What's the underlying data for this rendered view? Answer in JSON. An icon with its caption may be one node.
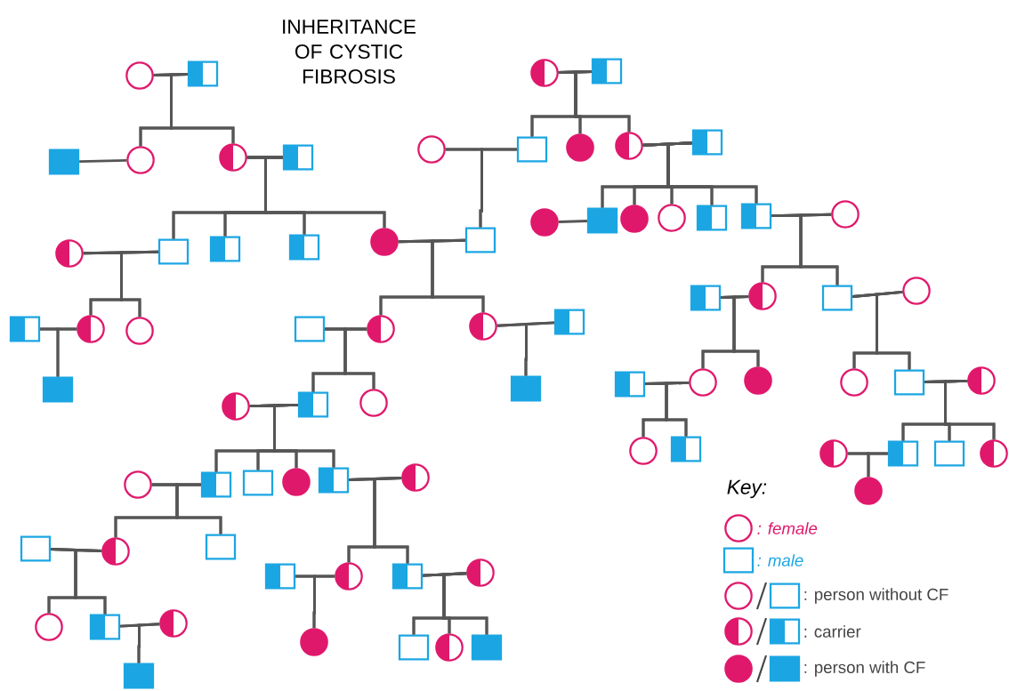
{
  "diagram": {
    "title": "INHERITANCE OF CYSTIC FIBROSIS",
    "nodes": [
      {
        "text": [],
        "shape": "circle"
      },
      {
        "text": [],
        "shape": "half-filled-box"
      },
      {
        "text": [],
        "shape": "half-filled-circle"
      },
      {
        "text": [],
        "shape": "half-filled-box"
      },
      {
        "text": [],
        "shape": "filled-box"
      },
      {
        "text": [],
        "shape": "circle"
      },
      {
        "text": [],
        "shape": "half-filled-circle"
      },
      {
        "text": [],
        "shape": "half-filled-box"
      },
      {
        "text": [],
        "shape": "circle"
      },
      {
        "text": [],
        "shape": "box"
      },
      {
        "text": [],
        "shape": "filled-circle"
      },
      {
        "text": [],
        "shape": "half-filled-circle"
      },
      {
        "text": [],
        "shape": "half-filled-box"
      },
      {
        "text": [],
        "shape": "filled-circle"
      },
      {
        "text": [],
        "shape": "filled-box"
      },
      {
        "text": [],
        "shape": "filled-circle"
      },
      {
        "text": [],
        "shape": "circle"
      },
      {
        "text": [],
        "shape": "half-filled-box"
      },
      {
        "text": [],
        "shape": "half-filled-box"
      },
      {
        "text": [],
        "shape": "circle"
      },
      {
        "text": [],
        "shape": "half-filled-circle"
      },
      {
        "text": [],
        "shape": "box"
      },
      {
        "text": [],
        "shape": "half-filled-box"
      },
      {
        "text": [],
        "shape": "half-filled-box"
      },
      {
        "text": [],
        "shape": "filled-circle"
      },
      {
        "text": [],
        "shape": "box"
      },
      {
        "text": [],
        "shape": "half-filled-box"
      },
      {
        "text": [],
        "shape": "half-filled-circle"
      },
      {
        "text": [],
        "shape": "box"
      },
      {
        "text": [],
        "shape": "circle"
      },
      {
        "text": [],
        "shape": "half-filled-box"
      },
      {
        "text": [],
        "shape": "half-filled-circle"
      },
      {
        "text": [],
        "shape": "circle"
      },
      {
        "text": [],
        "shape": "box"
      },
      {
        "text": [],
        "shape": "half-filled-circle"
      },
      {
        "text": [],
        "shape": "half-filled-circle"
      },
      {
        "text": [],
        "shape": "half-filled-box"
      },
      {
        "text": [],
        "shape": "filled-box"
      },
      {
        "text": [],
        "shape": "filled-box"
      },
      {
        "text": [],
        "shape": "half-filled-box"
      },
      {
        "text": [],
        "shape": "circle"
      },
      {
        "text": [],
        "shape": "filled-circle"
      },
      {
        "text": [],
        "shape": "circle"
      },
      {
        "text": [],
        "shape": "box"
      },
      {
        "text": [],
        "shape": "half-filled-circle"
      },
      {
        "text": [],
        "shape": "half-filled-circle"
      },
      {
        "text": [],
        "shape": "half-filled-box"
      },
      {
        "text": [],
        "shape": "circle"
      },
      {
        "text": [],
        "shape": "circle"
      },
      {
        "text": [],
        "shape": "half-filled-box"
      },
      {
        "text": [],
        "shape": "half-filled-circle"
      },
      {
        "text": [],
        "shape": "half-filled-box"
      },
      {
        "text": [],
        "shape": "box"
      },
      {
        "text": [],
        "shape": "half-filled-circle"
      },
      {
        "text": [],
        "shape": "circle"
      },
      {
        "text": [],
        "shape": "half-filled-box"
      },
      {
        "text": [],
        "shape": "box"
      },
      {
        "text": [],
        "shape": "filled-circle"
      },
      {
        "text": [],
        "shape": "half-filled-box"
      },
      {
        "text": [],
        "shape": "half-filled-circle"
      },
      {
        "text": [],
        "shape": "filled-circle"
      },
      {
        "text": [],
        "shape": "box"
      },
      {
        "text": [],
        "shape": "half-filled-circle"
      },
      {
        "text": [],
        "shape": "box"
      },
      {
        "text": [],
        "shape": "half-filled-box"
      },
      {
        "text": [],
        "shape": "half-filled-circle"
      },
      {
        "text": [],
        "shape": "half-filled-box"
      },
      {
        "text": [],
        "shape": "half-filled-circle"
      },
      {
        "text": [],
        "shape": "circle"
      },
      {
        "text": [],
        "shape": "half-filled-box"
      },
      {
        "text": [],
        "shape": "half-filled-circle"
      },
      {
        "text": [],
        "shape": "filled-circle"
      },
      {
        "text": [],
        "shape": "box"
      },
      {
        "text": [],
        "shape": "half-filled-circle"
      },
      {
        "text": [],
        "shape": "filled-box"
      },
      {
        "text": [],
        "shape": "filled-box"
      }
    ],
    "edges": [
      {
        "from": 0,
        "to": 1,
        "arrow": "none"
      },
      {
        "from": 0,
        "to": 5,
        "arrow": "none"
      },
      {
        "from": 1,
        "to": 5,
        "arrow": "none"
      },
      {
        "from": 0,
        "to": 6,
        "arrow": "none"
      },
      {
        "from": 1,
        "to": 6,
        "arrow": "none"
      },
      {
        "from": 4,
        "to": 5,
        "arrow": "none"
      },
      {
        "from": 6,
        "to": 7,
        "arrow": "none"
      },
      {
        "from": 6,
        "to": 21,
        "arrow": "none"
      },
      {
        "from": 7,
        "to": 21,
        "arrow": "none"
      },
      {
        "from": 6,
        "to": 22,
        "arrow": "none"
      },
      {
        "from": 7,
        "to": 22,
        "arrow": "none"
      },
      {
        "from": 6,
        "to": 23,
        "arrow": "none"
      },
      {
        "from": 7,
        "to": 23,
        "arrow": "none"
      },
      {
        "from": 6,
        "to": 24,
        "arrow": "none"
      },
      {
        "from": 7,
        "to": 24,
        "arrow": "none"
      },
      {
        "from": 2,
        "to": 3,
        "arrow": "none"
      },
      {
        "from": 2,
        "to": 9,
        "arrow": "none"
      },
      {
        "from": 3,
        "to": 9,
        "arrow": "none"
      },
      {
        "from": 2,
        "to": 10,
        "arrow": "none"
      },
      {
        "from": 3,
        "to": 10,
        "arrow": "none"
      },
      {
        "from": 2,
        "to": 11,
        "arrow": "none"
      },
      {
        "from": 3,
        "to": 11,
        "arrow": "none"
      },
      {
        "from": 8,
        "to": 9,
        "arrow": "none"
      },
      {
        "from": 8,
        "to": 25,
        "arrow": "none"
      },
      {
        "from": 9,
        "to": 25,
        "arrow": "none"
      },
      {
        "from": 11,
        "to": 12,
        "arrow": "none"
      },
      {
        "from": 11,
        "to": 14,
        "arrow": "none"
      },
      {
        "from": 12,
        "to": 14,
        "arrow": "none"
      },
      {
        "from": 11,
        "to": 15,
        "arrow": "none"
      },
      {
        "from": 12,
        "to": 15,
        "arrow": "none"
      },
      {
        "from": 11,
        "to": 16,
        "arrow": "none"
      },
      {
        "from": 12,
        "to": 16,
        "arrow": "none"
      },
      {
        "from": 11,
        "to": 17,
        "arrow": "none"
      },
      {
        "from": 12,
        "to": 17,
        "arrow": "none"
      },
      {
        "from": 11,
        "to": 18,
        "arrow": "none"
      },
      {
        "from": 12,
        "to": 18,
        "arrow": "none"
      },
      {
        "from": 13,
        "to": 14,
        "arrow": "none"
      },
      {
        "from": 18,
        "to": 19,
        "arrow": "none"
      },
      {
        "from": 18,
        "to": 27,
        "arrow": "none"
      },
      {
        "from": 19,
        "to": 27,
        "arrow": "none"
      },
      {
        "from": 18,
        "to": 28,
        "arrow": "none"
      },
      {
        "from": 19,
        "to": 28,
        "arrow": "none"
      },
      {
        "from": 20,
        "to": 21,
        "arrow": "none"
      },
      {
        "from": 20,
        "to": 31,
        "arrow": "none"
      },
      {
        "from": 21,
        "to": 31,
        "arrow": "none"
      },
      {
        "from": 20,
        "to": 32,
        "arrow": "none"
      },
      {
        "from": 21,
        "to": 32,
        "arrow": "none"
      },
      {
        "from": 24,
        "to": 25,
        "arrow": "none"
      },
      {
        "from": 24,
        "to": 34,
        "arrow": "none"
      },
      {
        "from": 25,
        "to": 34,
        "arrow": "none"
      },
      {
        "from": 24,
        "to": 35,
        "arrow": "none"
      },
      {
        "from": 25,
        "to": 35,
        "arrow": "none"
      },
      {
        "from": 26,
        "to": 27,
        "arrow": "none"
      },
      {
        "from": 26,
        "to": 40,
        "arrow": "none"
      },
      {
        "from": 27,
        "to": 40,
        "arrow": "none"
      },
      {
        "from": 26,
        "to": 41,
        "arrow": "none"
      },
      {
        "from": 27,
        "to": 41,
        "arrow": "none"
      },
      {
        "from": 28,
        "to": 29,
        "arrow": "none"
      },
      {
        "from": 28,
        "to": 42,
        "arrow": "none"
      },
      {
        "from": 29,
        "to": 42,
        "arrow": "none"
      },
      {
        "from": 28,
        "to": 43,
        "arrow": "none"
      },
      {
        "from": 29,
        "to": 43,
        "arrow": "none"
      },
      {
        "from": 30,
        "to": 31,
        "arrow": "none"
      },
      {
        "from": 30,
        "to": 37,
        "arrow": "none"
      },
      {
        "from": 31,
        "to": 37,
        "arrow": "none"
      },
      {
        "from": 33,
        "to": 34,
        "arrow": "none"
      },
      {
        "from": 33,
        "to": 46,
        "arrow": "none"
      },
      {
        "from": 34,
        "to": 46,
        "arrow": "none"
      },
      {
        "from": 33,
        "to": 47,
        "arrow": "none"
      },
      {
        "from": 34,
        "to": 47,
        "arrow": "none"
      },
      {
        "from": 35,
        "to": 36,
        "arrow": "none"
      },
      {
        "from": 35,
        "to": 38,
        "arrow": "none"
      },
      {
        "from": 36,
        "to": 38,
        "arrow": "none"
      },
      {
        "from": 39,
        "to": 40,
        "arrow": "none"
      },
      {
        "from": 39,
        "to": 48,
        "arrow": "none"
      },
      {
        "from": 40,
        "to": 48,
        "arrow": "none"
      },
      {
        "from": 39,
        "to": 49,
        "arrow": "none"
      },
      {
        "from": 40,
        "to": 49,
        "arrow": "none"
      },
      {
        "from": 43,
        "to": 44,
        "arrow": "none"
      },
      {
        "from": 43,
        "to": 51,
        "arrow": "none"
      },
      {
        "from": 44,
        "to": 51,
        "arrow": "none"
      },
      {
        "from": 43,
        "to": 52,
        "arrow": "none"
      },
      {
        "from": 44,
        "to": 52,
        "arrow": "none"
      },
      {
        "from": 43,
        "to": 53,
        "arrow": "none"
      },
      {
        "from": 44,
        "to": 53,
        "arrow": "none"
      },
      {
        "from": 45,
        "to": 46,
        "arrow": "none"
      },
      {
        "from": 45,
        "to": 55,
        "arrow": "none"
      },
      {
        "from": 46,
        "to": 55,
        "arrow": "none"
      },
      {
        "from": 45,
        "to": 56,
        "arrow": "none"
      },
      {
        "from": 46,
        "to": 56,
        "arrow": "none"
      },
      {
        "from": 45,
        "to": 57,
        "arrow": "none"
      },
      {
        "from": 46,
        "to": 57,
        "arrow": "none"
      },
      {
        "from": 45,
        "to": 58,
        "arrow": "none"
      },
      {
        "from": 46,
        "to": 58,
        "arrow": "none"
      },
      {
        "from": 50,
        "to": 51,
        "arrow": "none"
      },
      {
        "from": 50,
        "to": 60,
        "arrow": "none"
      },
      {
        "from": 51,
        "to": 60,
        "arrow": "none"
      },
      {
        "from": 54,
        "to": 55,
        "arrow": "none"
      },
      {
        "from": 54,
        "to": 62,
        "arrow": "none"
      },
      {
        "from": 55,
        "to": 62,
        "arrow": "none"
      },
      {
        "from": 54,
        "to": 63,
        "arrow": "none"
      },
      {
        "from": 55,
        "to": 63,
        "arrow": "none"
      },
      {
        "from": 58,
        "to": 59,
        "arrow": "none"
      },
      {
        "from": 58,
        "to": 65,
        "arrow": "none"
      },
      {
        "from": 59,
        "to": 65,
        "arrow": "none"
      },
      {
        "from": 58,
        "to": 66,
        "arrow": "none"
      },
      {
        "from": 59,
        "to": 66,
        "arrow": "none"
      },
      {
        "from": 61,
        "to": 62,
        "arrow": "none"
      },
      {
        "from": 61,
        "to": 68,
        "arrow": "none"
      },
      {
        "from": 62,
        "to": 68,
        "arrow": "none"
      },
      {
        "from": 61,
        "to": 69,
        "arrow": "none"
      },
      {
        "from": 62,
        "to": 69,
        "arrow": "none"
      },
      {
        "from": 64,
        "to": 65,
        "arrow": "none"
      },
      {
        "from": 64,
        "to": 71,
        "arrow": "none"
      },
      {
        "from": 65,
        "to": 71,
        "arrow": "none"
      },
      {
        "from": 66,
        "to": 67,
        "arrow": "none"
      },
      {
        "from": 66,
        "to": 72,
        "arrow": "none"
      },
      {
        "from": 67,
        "to": 72,
        "arrow": "none"
      },
      {
        "from": 66,
        "to": 73,
        "arrow": "none"
      },
      {
        "from": 67,
        "to": 73,
        "arrow": "none"
      },
      {
        "from": 66,
        "to": 74,
        "arrow": "none"
      },
      {
        "from": 67,
        "to": 74,
        "arrow": "none"
      },
      {
        "from": 69,
        "to": 70,
        "arrow": "none"
      },
      {
        "from": 69,
        "to": 75,
        "arrow": "none"
      },
      {
        "from": 70,
        "to": 75,
        "arrow": "none"
      }
    ],
    "labels": [
      "Key:"
    ],
    "legend": [
      {
        "text": ": female"
      },
      {
        "text": ": male"
      },
      {
        "text": ": person without CF"
      },
      {
        "text": ": carrier"
      },
      {
        "text": ": person with CF"
      }
    ]
  }
}
